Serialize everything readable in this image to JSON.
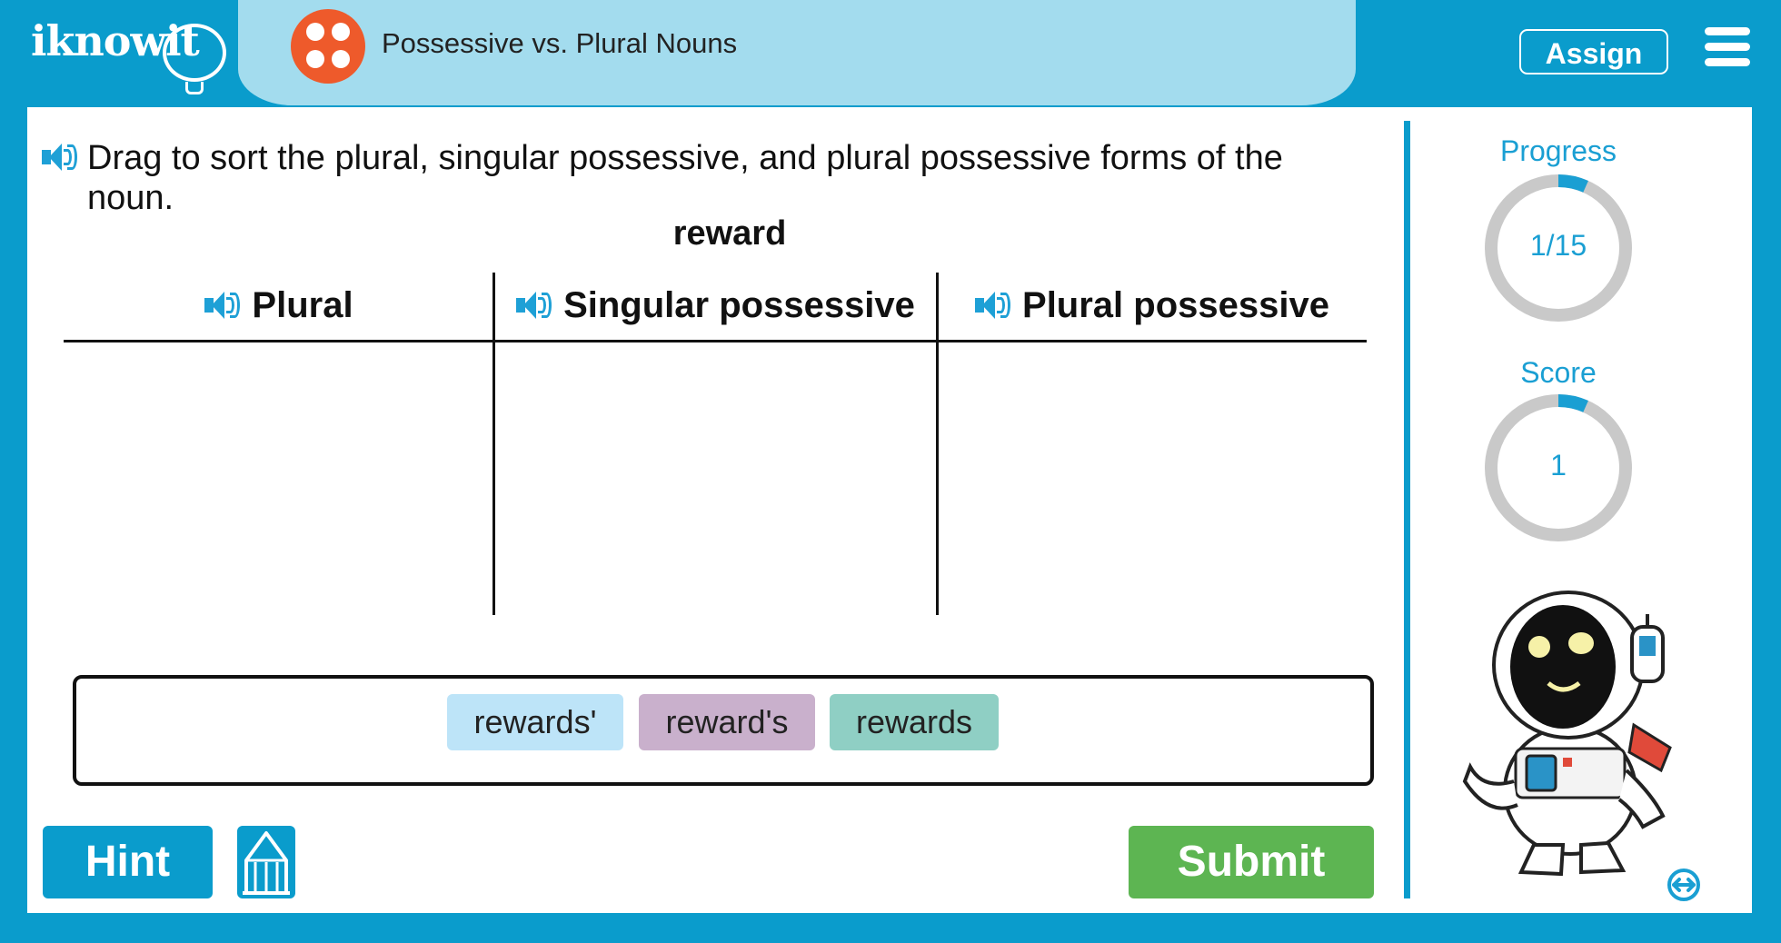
{
  "header": {
    "logo": "iknowit",
    "lesson_title": "Possessive vs. Plural Nouns",
    "assign_label": "Assign"
  },
  "question": {
    "instruction": "Drag to sort the plural, singular possessive, and plural possessive forms of the noun.",
    "word": "reward",
    "columns": [
      "Plural",
      "Singular possessive",
      "Plural possessive"
    ]
  },
  "word_bank": [
    {
      "text": "rewards'",
      "color": "#bde4f8"
    },
    {
      "text": "reward's",
      "color": "#c9b0cc"
    },
    {
      "text": "rewards",
      "color": "#8fcfc4"
    }
  ],
  "buttons": {
    "hint": "Hint",
    "submit": "Submit"
  },
  "sidebar": {
    "progress_label": "Progress",
    "progress_value": "1/15",
    "progress_fraction": 0.0667,
    "score_label": "Score",
    "score_value": "1",
    "score_fraction": 0.0667
  },
  "colors": {
    "background": "#0a9ccc",
    "lesson_pill": "#a3dcee",
    "lesson_icon": "#ee5a2b",
    "accent": "#1a9fd3",
    "submit": "#5db552",
    "ring_track": "#c9c9c9"
  },
  "icons": [
    "speaker-icon",
    "menu-icon",
    "glossary-icon",
    "resize-icon",
    "lesson-dice-icon"
  ]
}
